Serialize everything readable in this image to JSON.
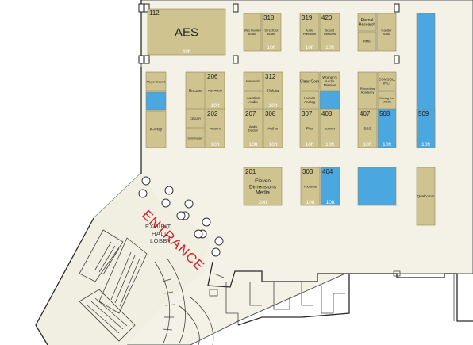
{
  "colors": {
    "booth_fill": "#cfc490",
    "booth_blue": "#4aa7e0",
    "booth_stroke": "#8f8760",
    "floor": "#f4f1e6",
    "entrance_text": "#d2232a",
    "walls": "#2b2b2b"
  },
  "map": {
    "entrance_label": "ENTRANCE",
    "lobby_lines": [
      "EXHIBIT",
      "HALL",
      "LOBBY"
    ]
  },
  "booths": [
    {
      "id": "112",
      "number": "112",
      "name": "AES",
      "size": "40ft",
      "color": "tan"
    },
    {
      "id": "318a",
      "number": "",
      "name": "Wes Dooley Audio",
      "size": "",
      "color": "tan"
    },
    {
      "id": "318",
      "number": "318",
      "name": "DirectOut Audio",
      "size": "10ft",
      "color": "tan"
    },
    {
      "id": "319",
      "number": "319",
      "name": "Audio Precision",
      "size": "10ft",
      "color": "tan"
    },
    {
      "id": "420",
      "number": "420",
      "name": "Sound Particles",
      "size": "10ft",
      "color": "tan"
    },
    {
      "id": "422",
      "number": "",
      "name": "Eternal Research",
      "size": "",
      "color": "tan"
    },
    {
      "id": "423",
      "number": "",
      "name": "Gander Audio",
      "size": "",
      "color": "tan"
    },
    {
      "id": "422b",
      "number": "",
      "name": "RME",
      "size": "",
      "color": "tan"
    },
    {
      "id": "314",
      "number": "",
      "name": "",
      "size": "",
      "color": "blue"
    },
    {
      "id": "104",
      "number": "",
      "name": "Meyer Sound",
      "size": "",
      "color": "tan"
    },
    {
      "id": "106",
      "number": "",
      "name": "",
      "size": "",
      "color": "blue"
    },
    {
      "id": "105",
      "number": "",
      "name": "K-Array",
      "size": "",
      "color": "tan"
    },
    {
      "id": "205",
      "number": "",
      "name": "Encore",
      "size": "",
      "color": "tan"
    },
    {
      "id": "206",
      "number": "206",
      "name": "Kali Audio",
      "size": "10ft",
      "color": "tan"
    },
    {
      "id": "203",
      "number": "",
      "name": "CEDAR",
      "size": "",
      "color": "tan"
    },
    {
      "id": "202",
      "number": "202",
      "name": "Audient",
      "size": "10ft",
      "color": "tan"
    },
    {
      "id": "204",
      "number": "",
      "name": "Sennheiser",
      "size": "",
      "color": "tan"
    },
    {
      "id": "213",
      "number": "",
      "name": "Innovativ",
      "size": "",
      "color": "tan"
    },
    {
      "id": "312",
      "number": "312",
      "name": "Holdia",
      "size": "10ft",
      "color": "tan"
    },
    {
      "id": "210",
      "number": "",
      "name": "Austrian Audio",
      "size": "",
      "color": "tan"
    },
    {
      "id": "207",
      "number": "207",
      "name": "Audio Design",
      "size": "10ft",
      "color": "tan"
    },
    {
      "id": "308",
      "number": "308",
      "name": "Author",
      "size": "10ft",
      "color": "tan"
    },
    {
      "id": "309",
      "number": "",
      "name": "Clear-Com",
      "size": "",
      "color": "tan"
    },
    {
      "id": "413",
      "number": "",
      "name": "Women's Audio Mission",
      "size": "",
      "color": "tan"
    },
    {
      "id": "311",
      "number": "",
      "name": "Human Analog",
      "size": "",
      "color": "tan"
    },
    {
      "id": "412",
      "number": "",
      "name": "",
      "size": "",
      "color": "blue"
    },
    {
      "id": "307",
      "number": "307",
      "name": "Flux",
      "size": "10ft",
      "color": "tan"
    },
    {
      "id": "408",
      "number": "408",
      "name": "Sonnox",
      "size": "10ft",
      "color": "tan"
    },
    {
      "id": "413b",
      "number": "",
      "name": "COMSOL, INC.",
      "size": "",
      "color": "tan"
    },
    {
      "id": "410",
      "number": "",
      "name": "Recording Academy",
      "size": "",
      "color": "tan"
    },
    {
      "id": "409",
      "number": "",
      "name": "Mixing the Middle",
      "size": "",
      "color": "tan"
    },
    {
      "id": "407",
      "number": "407",
      "name": "BSS",
      "size": "10ft",
      "color": "tan"
    },
    {
      "id": "508",
      "number": "508",
      "name": "",
      "size": "10ft",
      "color": "blue"
    },
    {
      "id": "509",
      "number": "509",
      "name": "",
      "size": "10ft",
      "color": "blue"
    },
    {
      "id": "201",
      "number": "201",
      "name": "Eleven Dimensions Media",
      "size": "20ft",
      "color": "tan"
    },
    {
      "id": "303",
      "number": "303",
      "name": "Focusrite",
      "size": "10ft",
      "color": "tan"
    },
    {
      "id": "404",
      "number": "404",
      "name": "",
      "size": "10ft",
      "color": "blue"
    },
    {
      "id": "403",
      "number": "",
      "name": "",
      "size": "",
      "color": "blue"
    },
    {
      "id": "qualcomm",
      "number": "",
      "name": "Qualcomm",
      "size": "",
      "color": "tan"
    }
  ]
}
